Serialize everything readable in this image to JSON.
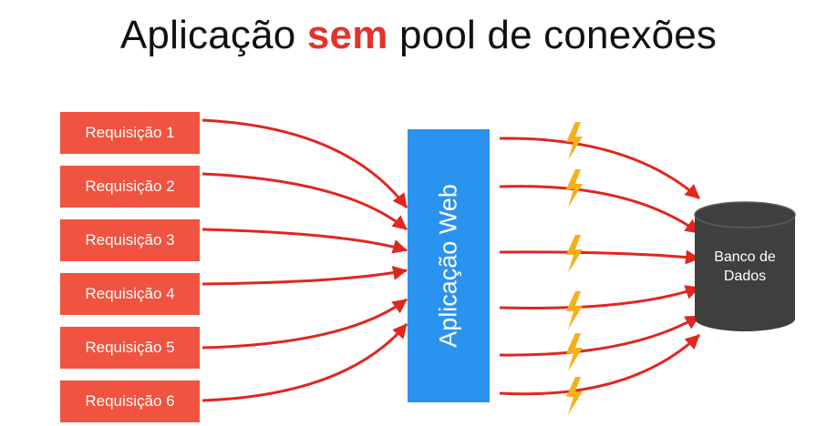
{
  "title": {
    "before": "Aplicação ",
    "highlight": "sem",
    "after": " pool de conexões"
  },
  "requests": [
    "Requisição 1",
    "Requisição 2",
    "Requisição 3",
    "Requisição 4",
    "Requisição 5",
    "Requisição 6"
  ],
  "web_app": {
    "label": "Aplicação Web"
  },
  "database": {
    "line1": "Banco de",
    "line2": "Dados"
  },
  "icons": {
    "connection": "lightning-bolt-icon",
    "database": "database-cylinder-icon"
  },
  "colors": {
    "request_box": "#f0533f",
    "arrow": "#e0261f",
    "web_app": "#2a93ef",
    "database": "#3f3f3f",
    "lightning": "#f6b01c",
    "title_accent": "#e5322d"
  }
}
